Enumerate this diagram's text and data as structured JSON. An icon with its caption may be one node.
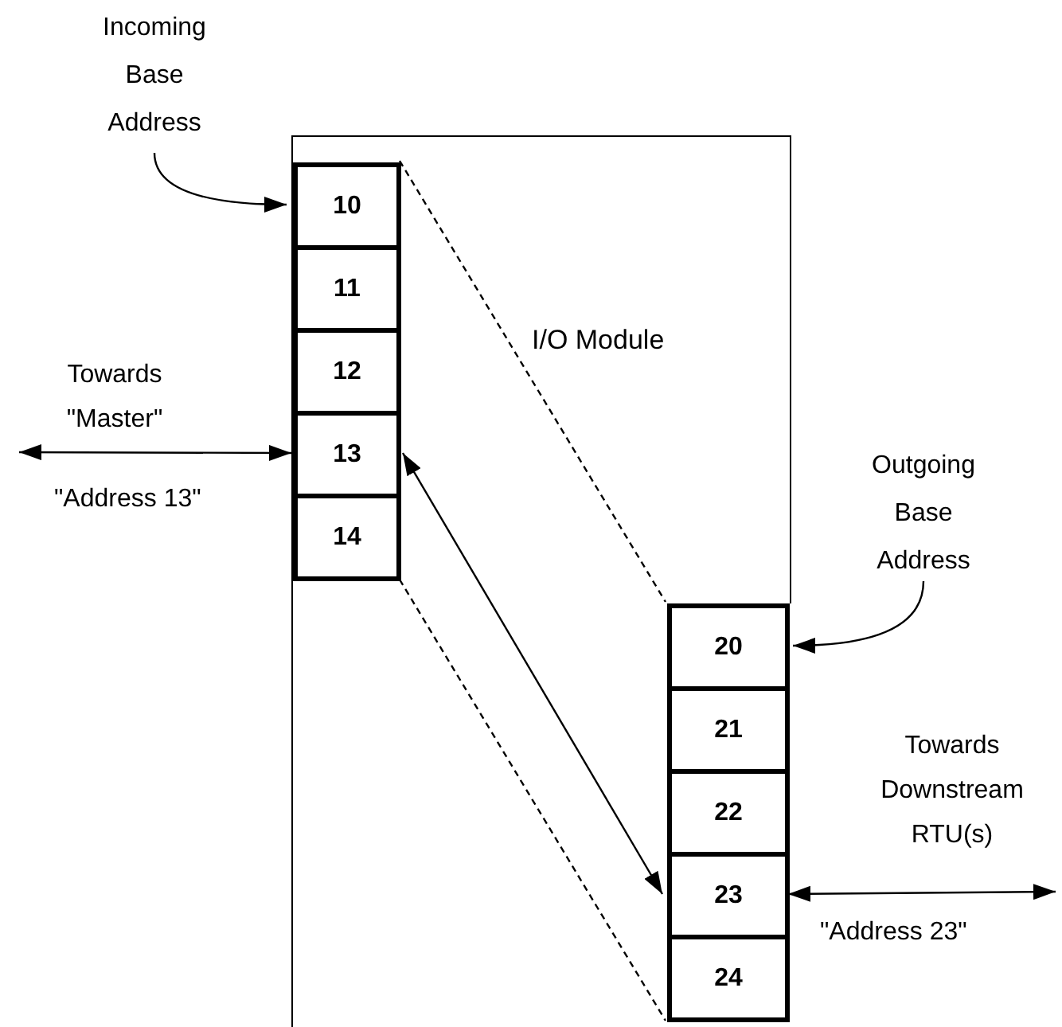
{
  "diagram": {
    "nodes": [
      {
        "text": [
          "I/O Module"
        ]
      },
      {
        "text": [
          "10"
        ],
        "in": 0
      },
      {
        "text": [
          "11"
        ],
        "in": 0
      },
      {
        "text": [
          "12"
        ],
        "in": 0
      },
      {
        "text": [
          "13"
        ],
        "in": 0
      },
      {
        "text": [
          "14"
        ],
        "in": 0
      },
      {
        "text": [
          "20"
        ],
        "in": 0
      },
      {
        "text": [
          "21"
        ],
        "in": 0
      },
      {
        "text": [
          "22"
        ],
        "in": 0
      },
      {
        "text": [
          "23"
        ],
        "in": 0
      },
      {
        "text": [
          "24"
        ],
        "in": 0
      },
      {
        "text": [
          "Incoming Base Address"
        ]
      },
      {
        "text": [
          "Outgoing Base Address"
        ]
      }
    ],
    "edges": [
      {
        "from": null,
        "to": 4,
        "arrow": "both",
        "label": "Towards \"Master\""
      },
      {
        "from": 4,
        "to": 9,
        "arrow": "both"
      },
      {
        "from": 9,
        "to": null,
        "arrow": "both",
        "label": "Towards Downstream RTU(s)"
      },
      {
        "from": 1,
        "to": 6,
        "arrow": "none",
        "style": "dashed"
      },
      {
        "from": 5,
        "to": 10,
        "arrow": "none",
        "style": "dashed"
      },
      {
        "from": 11,
        "to": 1,
        "arrow": "to"
      },
      {
        "from": 12,
        "to": 6,
        "arrow": "to"
      }
    ],
    "labels": [
      "\"Address 13\"",
      "\"Address 23\""
    ]
  }
}
